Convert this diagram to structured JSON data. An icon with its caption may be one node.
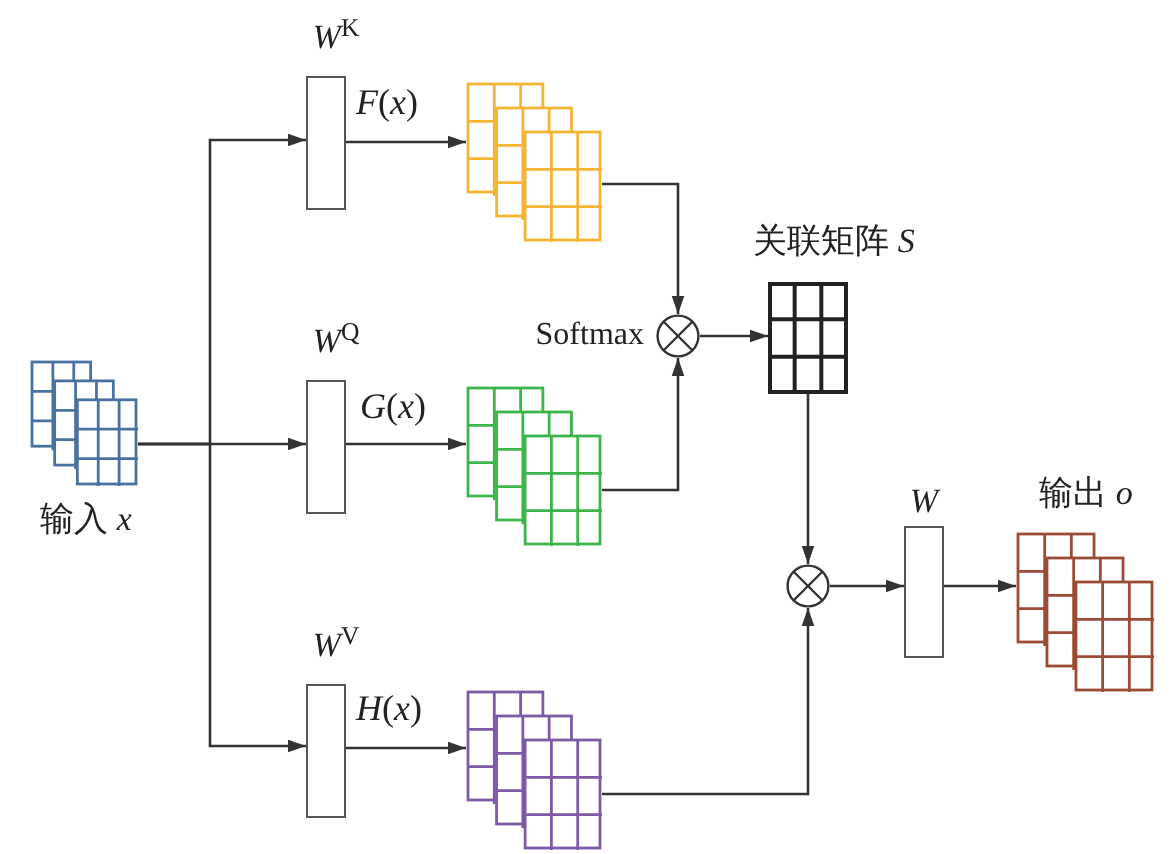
{
  "diagram": {
    "nodes": [
      {
        "text": [
          "输入 *x*"
        ]
      },
      {
        "text": [
          "*W*$^{K}$"
        ]
      },
      {
        "text": [
          "*W*$^{Q}$"
        ]
      },
      {
        "text": [
          "*W*$^{V}$"
        ]
      },
      {
        "text": [],
        "shape": "picture"
      },
      {
        "text": [],
        "shape": "picture"
      },
      {
        "text": [],
        "shape": "picture"
      },
      {
        "text": [],
        "shape": "circle",
        "beside": [
          "Softmax"
        ]
      },
      {
        "text": [
          "关联矩阵 *S*"
        ]
      },
      {
        "text": [],
        "shape": "circle"
      },
      {
        "text": [
          "*W*"
        ]
      },
      {
        "text": [
          "输出 *o*"
        ]
      }
    ],
    "edges": [
      {
        "from": 0,
        "to": 1,
        "arrow": "to"
      },
      {
        "from": 0,
        "to": 2,
        "arrow": "to"
      },
      {
        "from": 0,
        "to": 3,
        "arrow": "to"
      },
      {
        "from": 1,
        "to": 4,
        "arrow": "to",
        "label": "*F*(*x*)"
      },
      {
        "from": 2,
        "to": 5,
        "arrow": "to",
        "label": "*G*(*x*)"
      },
      {
        "from": 3,
        "to": 6,
        "arrow": "to",
        "label": "*H*(*x*)"
      },
      {
        "from": 4,
        "to": 7,
        "arrow": "to"
      },
      {
        "from": 5,
        "to": 7,
        "arrow": "to"
      },
      {
        "from": 7,
        "to": 8,
        "arrow": "to"
      },
      {
        "from": 8,
        "to": 9,
        "arrow": "to"
      },
      {
        "from": 6,
        "to": 9,
        "arrow": "to"
      },
      {
        "from": 9,
        "to": 10,
        "arrow": "to"
      },
      {
        "from": 10,
        "to": 11,
        "arrow": "to"
      }
    ]
  }
}
